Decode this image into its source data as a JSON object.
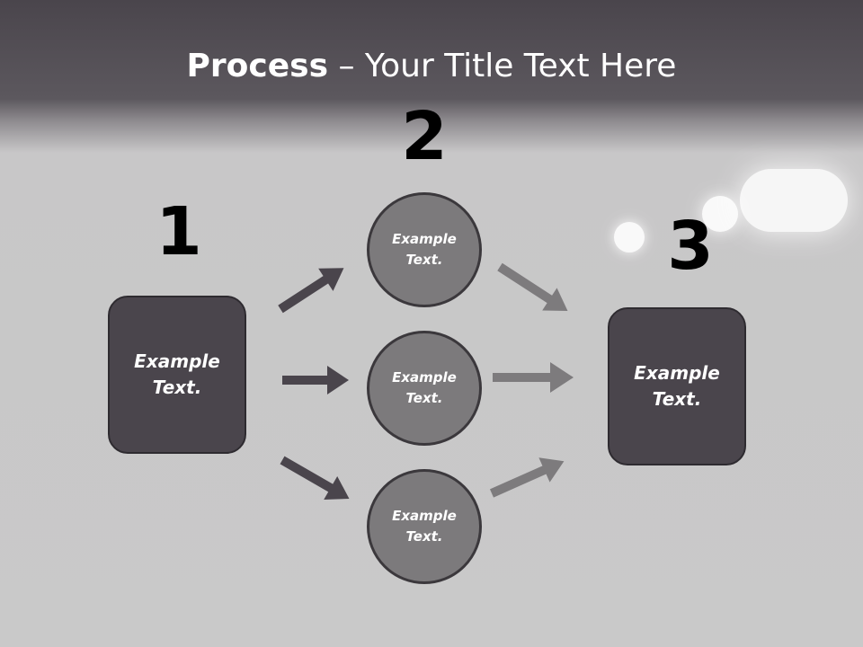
{
  "title": {
    "bold": "Process",
    "rest": " – Your Title Text Here"
  },
  "steps": {
    "one": "1",
    "two": "2",
    "three": "3"
  },
  "boxes": {
    "left": "Example\nText.",
    "right": "Example\nText."
  },
  "circles": [
    {
      "label": "Example\nText."
    },
    {
      "label": "Example\nText."
    },
    {
      "label": "Example\nText."
    }
  ],
  "colors": {
    "box_fill": "#4a454c",
    "circle_fill": "#7c7a7c",
    "dark_arrow": "#4a454c",
    "light_arrow": "#7d7b7d"
  }
}
